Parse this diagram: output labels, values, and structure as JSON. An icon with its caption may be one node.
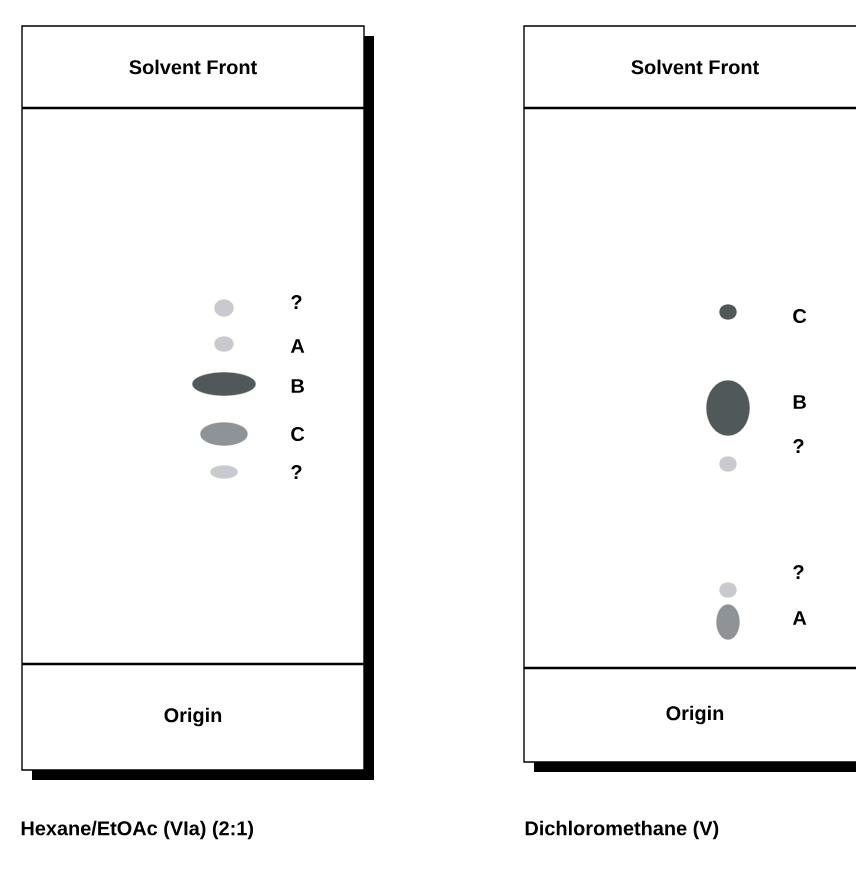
{
  "diagram": {
    "nodes": [
      {
        "text": [],
        "shape": "box"
      },
      {
        "text": [
          "Solvent Front"
        ],
        "in": 0
      },
      {
        "text": [
          "Origin"
        ],
        "in": 0
      },
      {
        "text": [],
        "shape": "box"
      },
      {
        "text": [
          "Solvent Front"
        ],
        "in": 3
      },
      {
        "text": [
          "Origin"
        ],
        "in": 3
      }
    ],
    "edges": [],
    "labels": [
      "?",
      "A",
      "B",
      "C",
      "?",
      "C",
      "B",
      "?",
      "?",
      "A",
      "Hexane/EtOAc (VIa) (2:1)",
      "Dichloromethane (V)"
    ]
  }
}
